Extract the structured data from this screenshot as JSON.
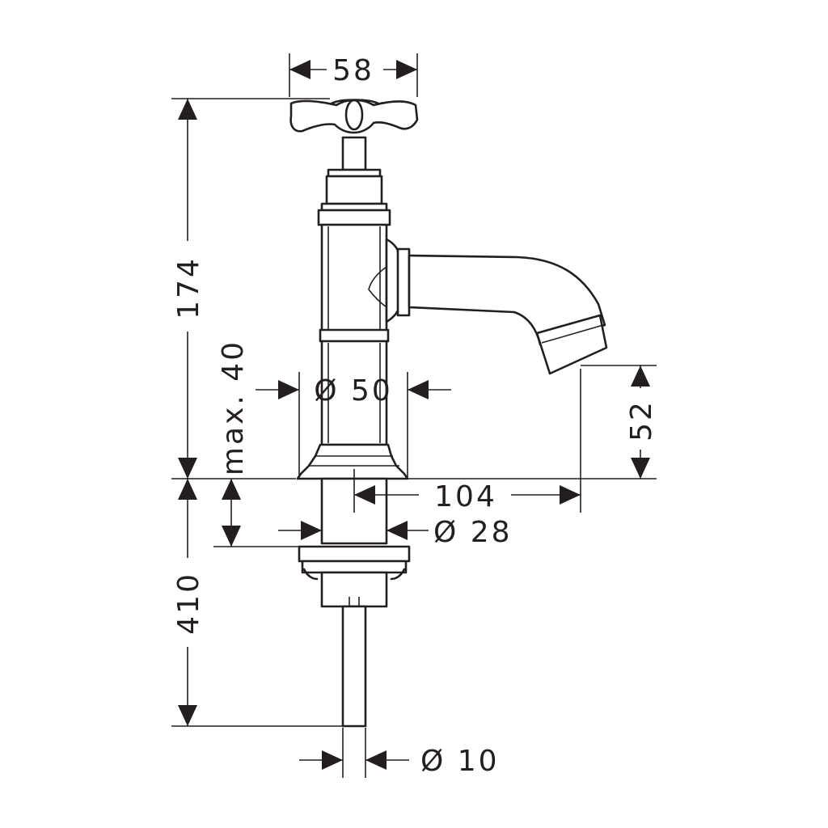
{
  "dimensions": {
    "handle_width": "58",
    "height_above_deck": "174",
    "max_deck_thickness": "max. 40",
    "body_diameter": "Ø 50",
    "spout_height": "52",
    "spout_projection": "104",
    "shank_diameter": "Ø 28",
    "total_length_below": "410",
    "pipe_diameter": "Ø 10"
  }
}
